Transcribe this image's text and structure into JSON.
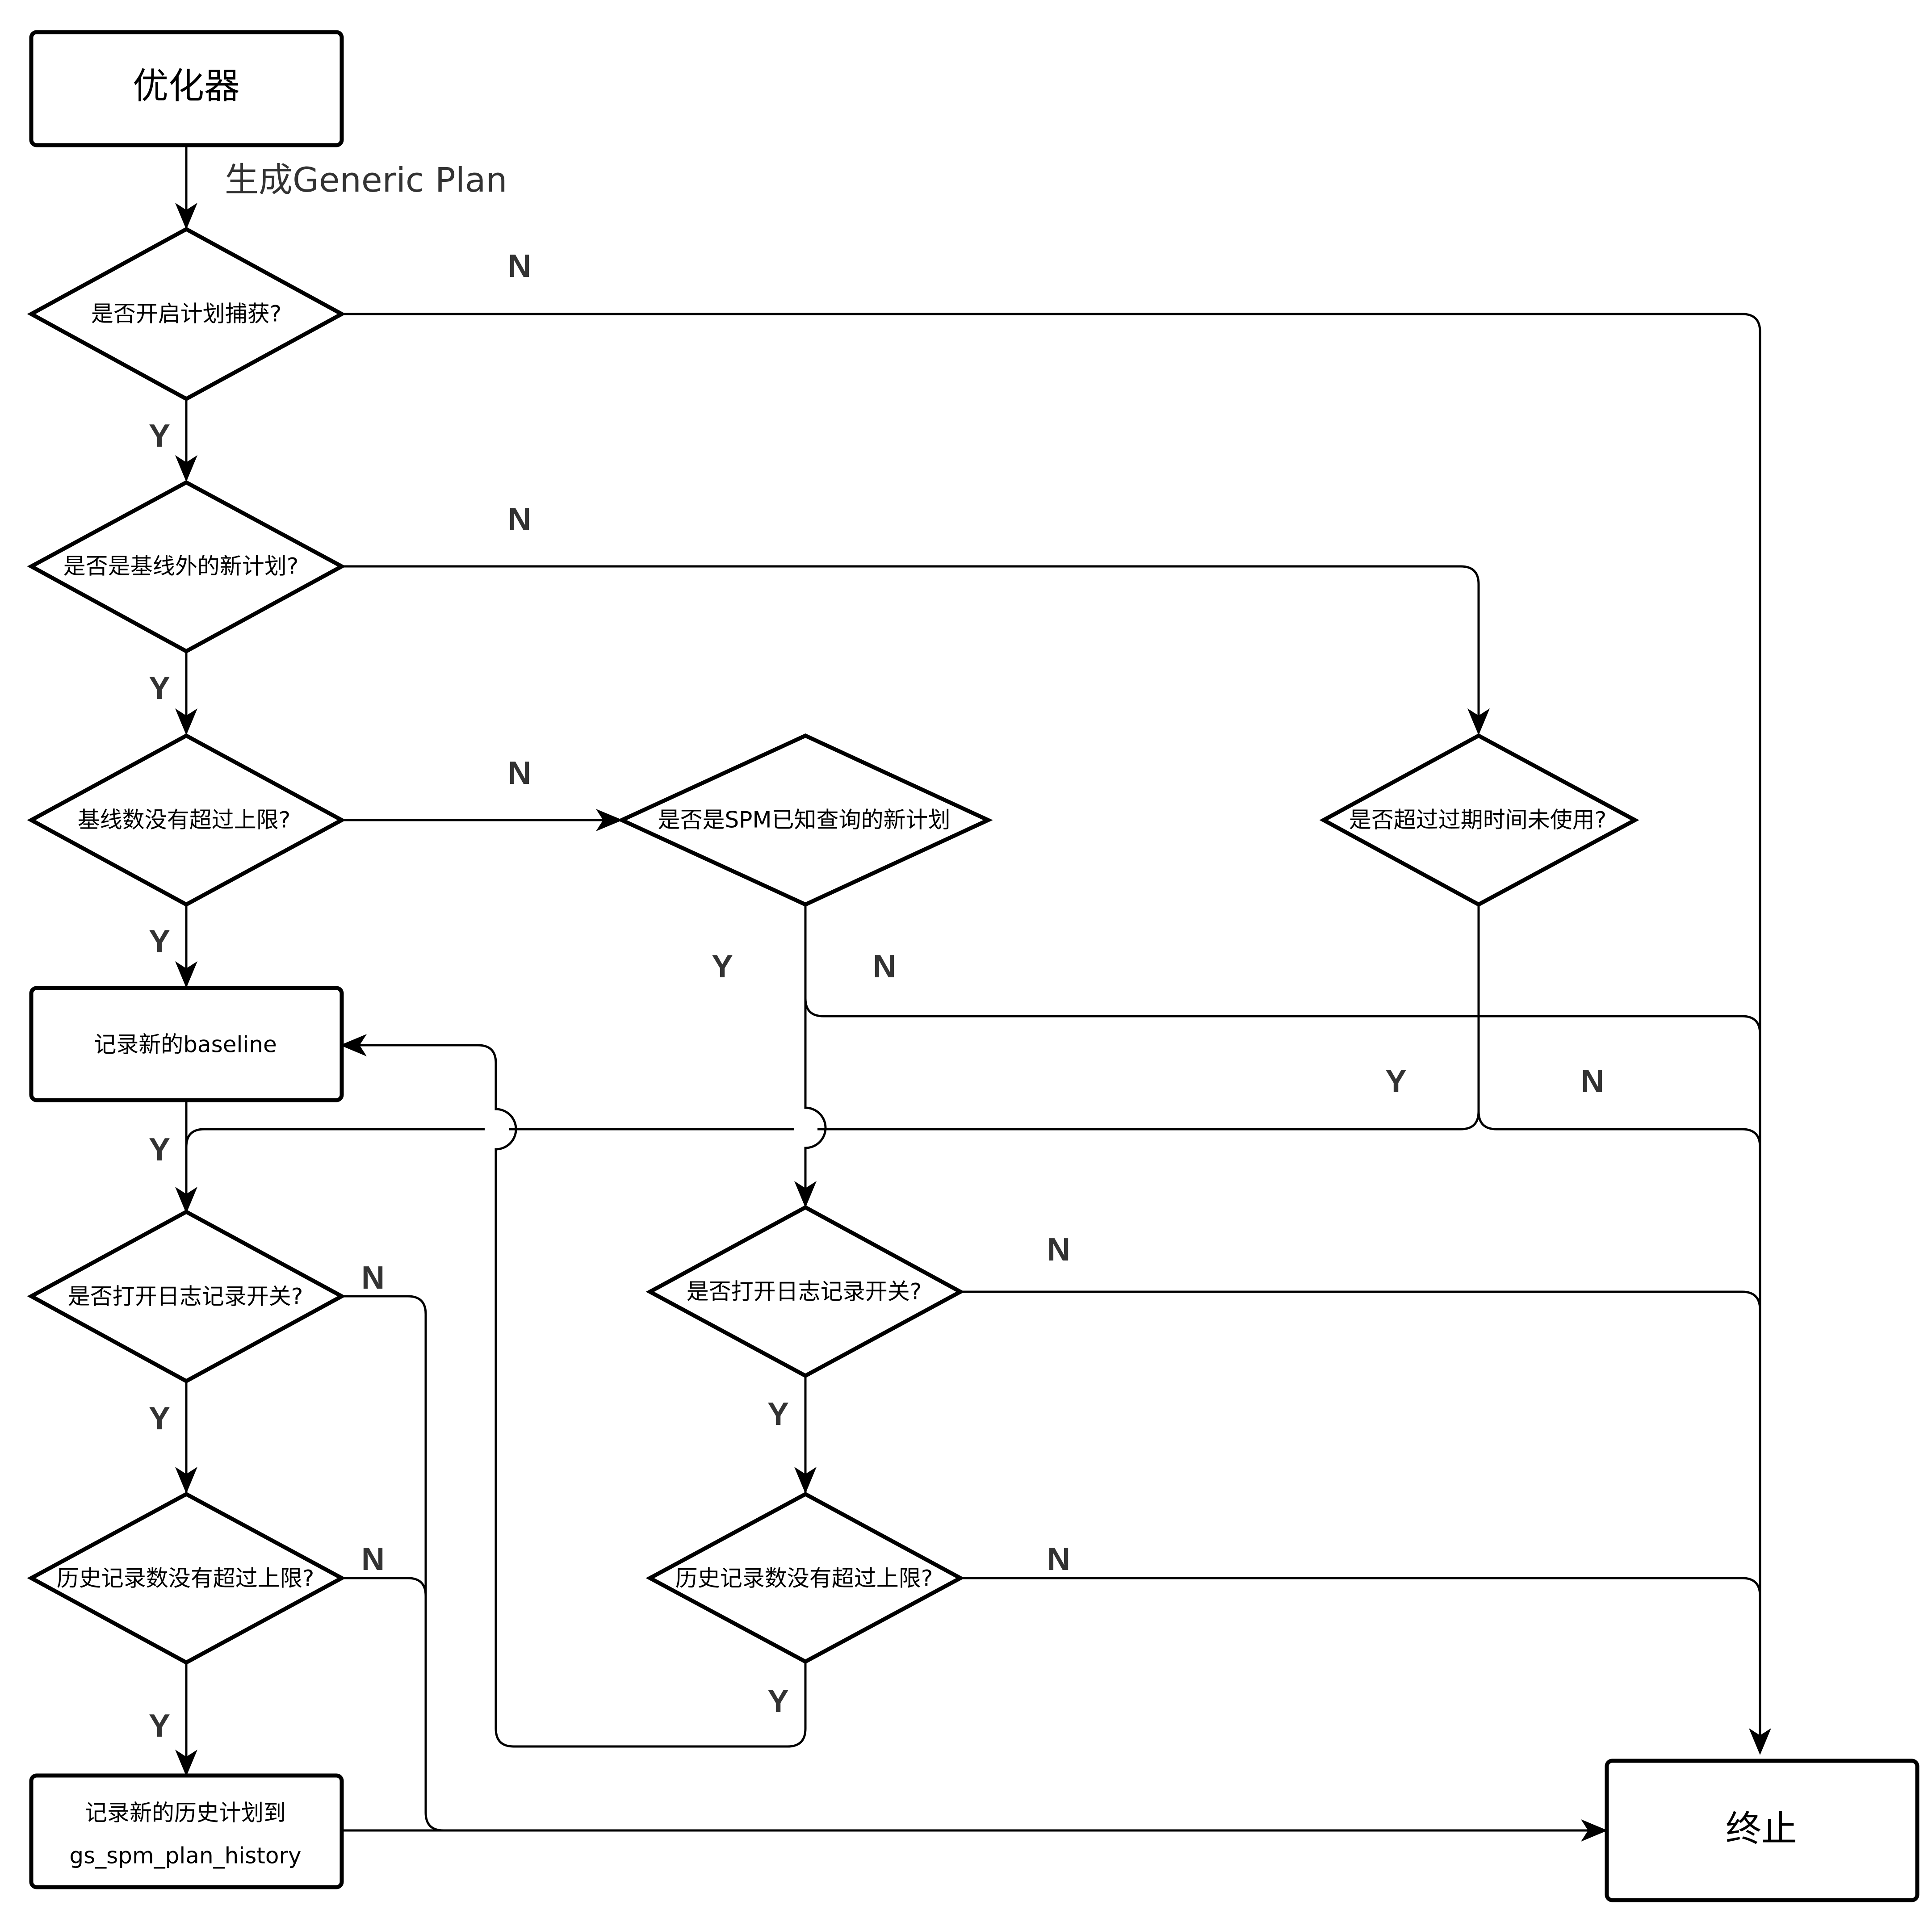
{
  "nodes": {
    "optimizer": "优化器",
    "capture_enabled": "是否开启计划捕获?",
    "new_plan_outside_baseline": "是否是基线外的新计划?",
    "baseline_limit": "基线数没有超过上限?",
    "spm_known_query": "是否是SPM已知查询的新计划",
    "expired_unused": "是否超过过期时间未使用?",
    "record_baseline": "记录新的baseline",
    "log_switch_left": "是否打开日志记录开关?",
    "log_switch_right": "是否打开日志记录开关?",
    "history_limit_left": "历史记录数没有超过上限?",
    "history_limit_right": "历史记录数没有超过上限?",
    "record_history_line1": "记录新的历史计划到",
    "record_history_line2": "gs_spm_plan_history",
    "terminate": "终止"
  },
  "annotations": {
    "generate_generic_plan": "生成Generic Plan"
  },
  "edge_labels": {
    "yes": "Y",
    "no": "N"
  },
  "colors": {
    "stroke": "#000000",
    "label": "#333333",
    "background": "#ffffff"
  }
}
